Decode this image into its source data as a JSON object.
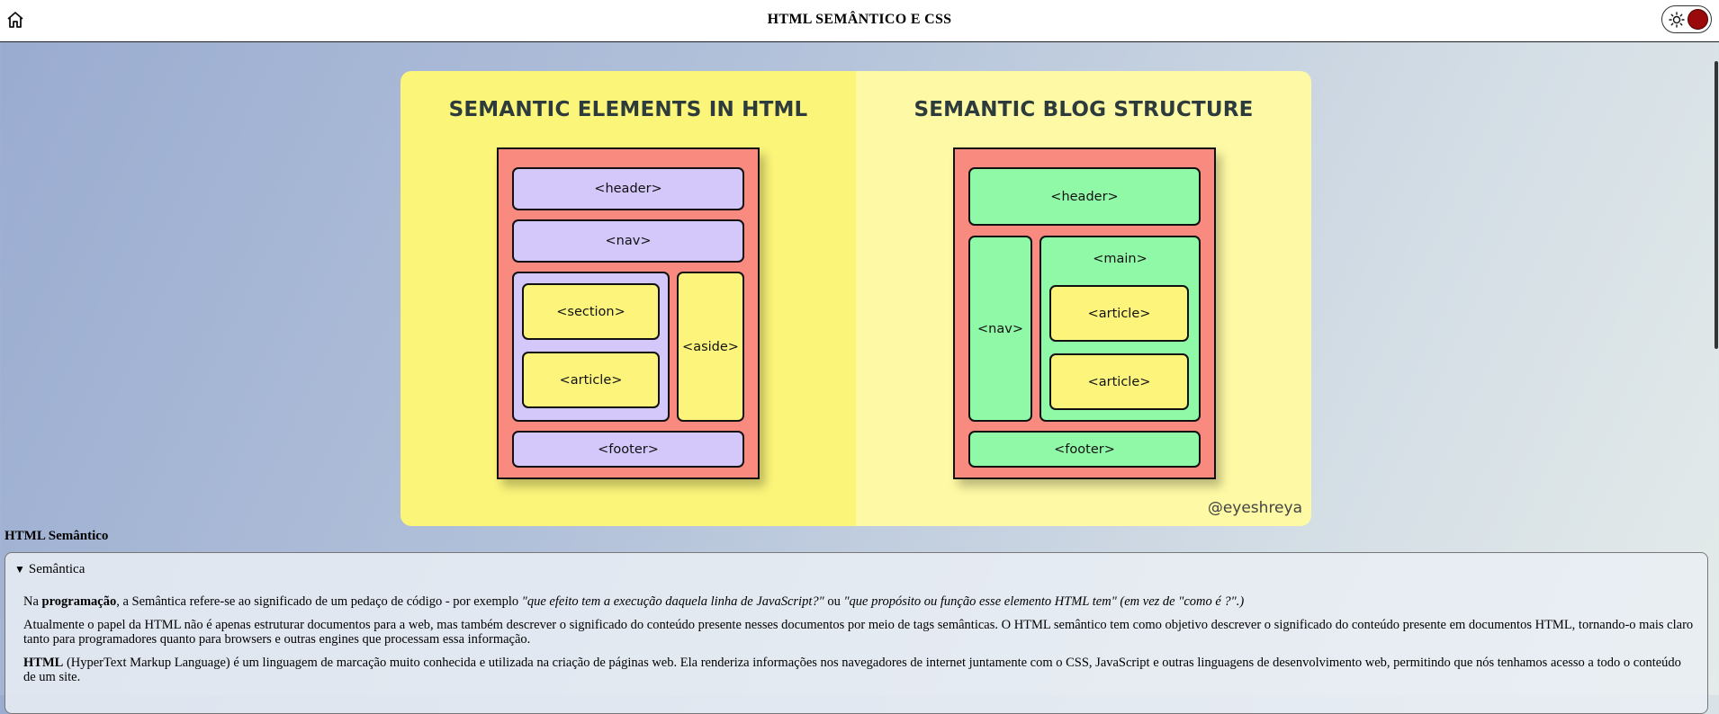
{
  "header": {
    "title": "HTML SEMÂNTICO E CSS",
    "home_icon": "home-icon",
    "theme_toggle_icon": "sun-icon"
  },
  "infographic": {
    "left": {
      "title": "SEMANTIC ELEMENTS IN HTML",
      "header": "<header>",
      "nav": "<nav>",
      "section": "<section>",
      "article": "<article>",
      "aside": "<aside>",
      "footer": "<footer>"
    },
    "right": {
      "title": "SEMANTIC BLOG STRUCTURE",
      "header": "<header>",
      "nav": "<nav>",
      "main": "<main>",
      "article1": "<article>",
      "article2": "<article>",
      "footer": "<footer>",
      "watermark": "@eyeshreya"
    },
    "colors": {
      "left_bg": "#fbf57a",
      "right_bg": "#fdf9a4",
      "frame": "#f98a80",
      "lavender": "#d4c7fa",
      "yellow": "#fdf57b",
      "green": "#90f9a7"
    }
  },
  "content": {
    "section_title": "HTML Semântico",
    "details_summary": "Semântica",
    "p1": {
      "a": "Na ",
      "b": "programação",
      "c": ", a Semântica refere-se ao significado de um pedaço de código - por exemplo ",
      "d": "\"que efeito tem a execução daquela linha de JavaScript?\"",
      "e": " ou ",
      "f": "\"que propósito ou função esse elemento HTML tem\" (em vez de \"como é ?\".)"
    },
    "p2": "Atualmente o papel da HTML não é apenas estruturar documentos para a web, mas também descrever o significado do conteúdo presente nesses documentos por meio de tags semânticas. O HTML semântico tem como objetivo descrever o significado do conteúdo presente em documentos HTML, tornando-o mais claro tanto para programadores quanto para browsers e outras engines que processam essa informação.",
    "p3": {
      "a": "HTML",
      "b": " (HyperText Markup Language) é um linguagem de marcação muito conhecida e utilizada na criação de páginas web. Ela renderiza informações nos navegadores de internet juntamente com o CSS, JavaScript e outras linguagens de desenvolvimento web, permitindo que nós tenhamos acesso a todo o conteúdo de um site."
    }
  }
}
